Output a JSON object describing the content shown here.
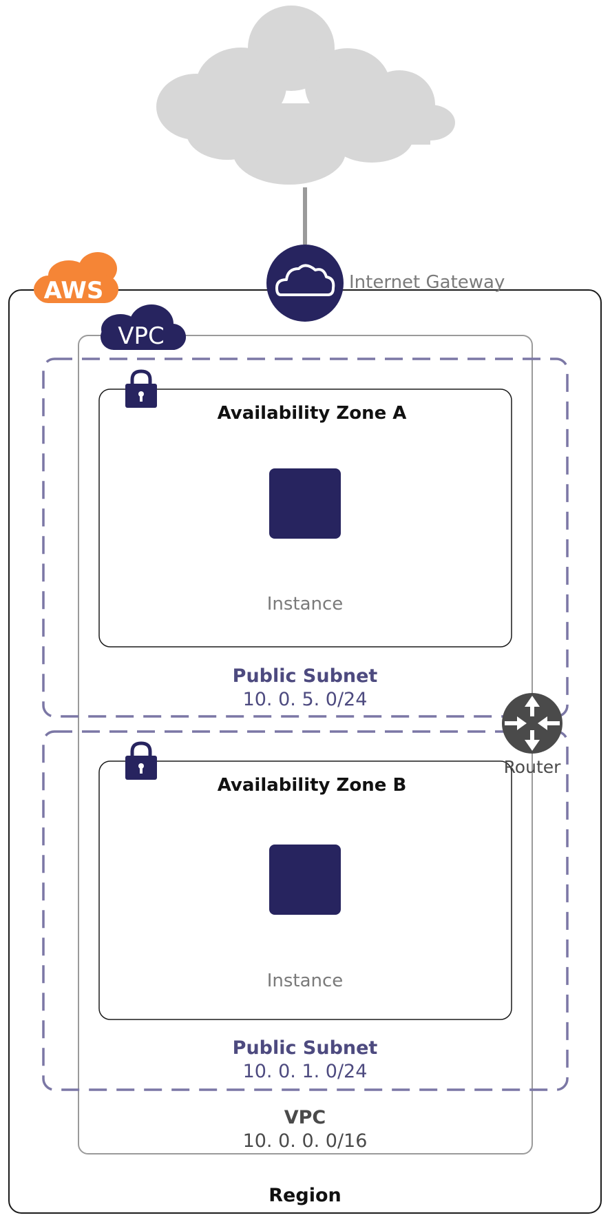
{
  "internet_gateway": {
    "label": "Internet Gateway"
  },
  "aws": {
    "badge_label": "AWS"
  },
  "vpc": {
    "badge_label": "VPC",
    "name": "VPC",
    "cidr": "10. 0. 0. 0/16"
  },
  "region": {
    "label": "Region"
  },
  "router": {
    "label": "Router"
  },
  "subnets": [
    {
      "name": "Public Subnet",
      "cidr": "10. 0. 5. 0/24",
      "zone": "Availability Zone A",
      "instance_label": "Instance"
    },
    {
      "name": "Public Subnet",
      "cidr": "10. 0. 1. 0/24",
      "zone": "Availability Zone B",
      "instance_label": "Instance"
    }
  ],
  "colors": {
    "navy": "#27245f",
    "aws_orange": "#f58536",
    "cloud_gray": "#d7d7d7",
    "subnet_dash": "#7b77a5",
    "router_gray": "#4a4a4a"
  }
}
